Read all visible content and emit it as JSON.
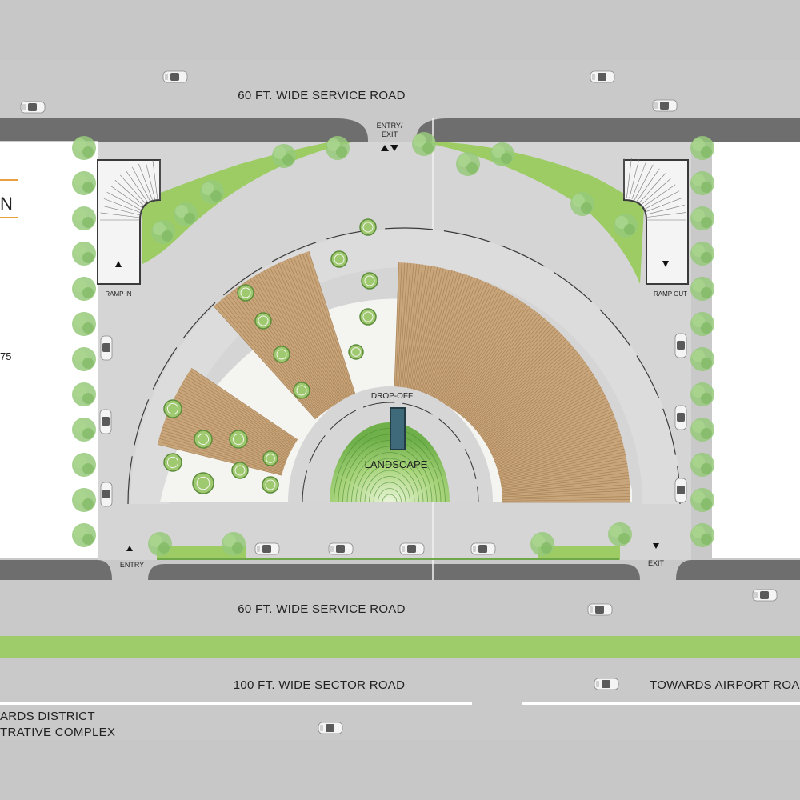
{
  "labels": {
    "service_road_top": "60 FT. WIDE SERVICE ROAD",
    "service_road_bottom": "60 FT. WIDE SERVICE ROAD",
    "sector_road": "100 FT. WIDE SECTOR ROAD",
    "towards_airport": "TOWARDS AIRPORT ROA",
    "towards_district_line1": "ARDS DISTRICT",
    "towards_district_line2": "TRATIVE COMPLEX",
    "entry_exit_line1": "ENTRY/",
    "entry_exit_line2": "EXIT",
    "ramp_in": "RAMP IN",
    "ramp_out": "RAMP OUT",
    "entry": "ENTRY",
    "exit": "EXIT",
    "drop_off": "DROP-OFF",
    "landscape": "LANDSCAPE",
    "side_fragment_n": "N",
    "side_fragment_75": "75"
  },
  "colors": {
    "road": "#c8c8c8",
    "road_dark": "#6f6f6f",
    "plaza": "#d9d9d9",
    "paving": "#f4f4f1",
    "wood": "#c9a57c",
    "wood_line": "#a98457",
    "green": "#9ccc63",
    "green_dark": "#6fa84a",
    "tree": "#8fc471",
    "accent_orange": "#e8a040"
  },
  "icons": {
    "car": "car-top-view-icon",
    "tree": "tree-icon",
    "arrow_up": "triangle-up-icon",
    "arrow_down": "triangle-down-icon"
  }
}
